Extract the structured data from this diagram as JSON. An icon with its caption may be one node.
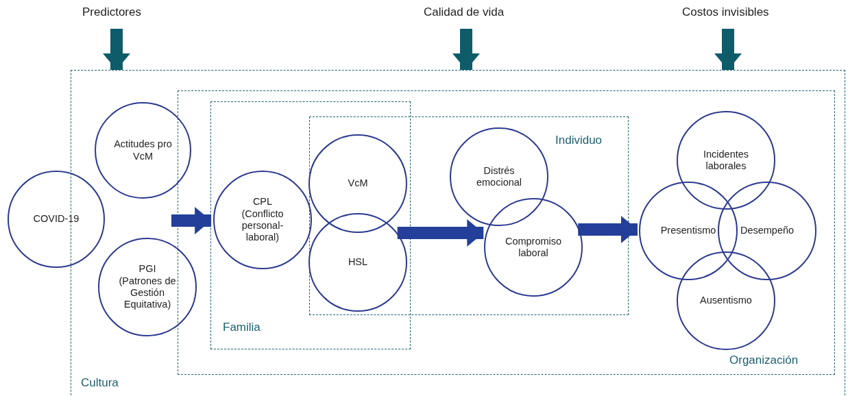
{
  "diagram": {
    "nodes": [
      {
        "text": [
          "Predictores"
        ]
      },
      {
        "text": [
          "Calidad de vida"
        ]
      },
      {
        "text": [
          "Costos invisibles"
        ]
      },
      {
        "text": [
          "Cultura"
        ]
      },
      {
        "text": [
          "COVID-19"
        ]
      },
      {
        "text": [
          "Actitudes pro VcM"
        ],
        "in": 3
      },
      {
        "text": [
          "PGI",
          "(Patrones de Gestión Equitativa)"
        ],
        "in": 3
      },
      {
        "text": [
          "Organización"
        ],
        "in": 3
      },
      {
        "text": [
          "Familia"
        ],
        "in": 7
      },
      {
        "text": [
          "CPL",
          "(Conflicto personal-laboral)"
        ],
        "in": 8
      },
      {
        "text": [
          "Individuo"
        ],
        "in": 7
      },
      {
        "text": [
          "VcM"
        ]
      },
      {
        "text": [
          "HSL"
        ]
      },
      {
        "text": [
          "Distrés emocional"
        ],
        "in": 10
      },
      {
        "text": [
          "Compromiso laboral"
        ],
        "in": 10
      },
      {
        "text": [
          "Incidentes laborales"
        ],
        "in": 7
      },
      {
        "text": [
          "Presentismo"
        ],
        "in": 7
      },
      {
        "text": [
          "Desempeño"
        ],
        "in": 7
      },
      {
        "text": [
          "Ausentismo"
        ],
        "in": 7
      }
    ],
    "edges": [
      {
        "from": 0,
        "to": 3,
        "arrow": "to",
        "color": "#0e5c6a"
      },
      {
        "from": 1,
        "to": 3,
        "arrow": "to",
        "color": "#0e5c6a"
      },
      {
        "from": 2,
        "to": 3,
        "arrow": "to",
        "color": "#0e5c6a"
      },
      {
        "from": null,
        "to": 9,
        "arrow": "to",
        "color": "#233f99"
      },
      {
        "from": 12,
        "to": 14,
        "arrow": "to",
        "color": "#233f99"
      },
      {
        "from": 14,
        "to": 16,
        "arrow": "to",
        "color": "#233f99"
      }
    ]
  }
}
